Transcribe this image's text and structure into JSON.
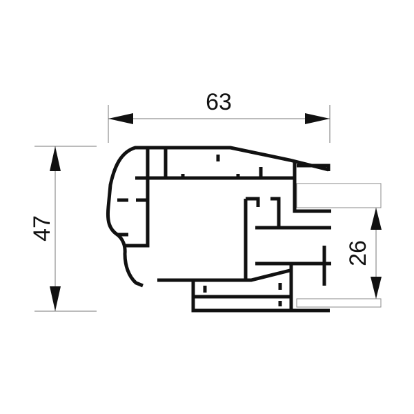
{
  "dimensions": {
    "width": "63",
    "height": "47",
    "glazing": "26"
  },
  "colors": {
    "profile": "#111111",
    "dimension_lines": "#777777",
    "background": "#ffffff"
  }
}
